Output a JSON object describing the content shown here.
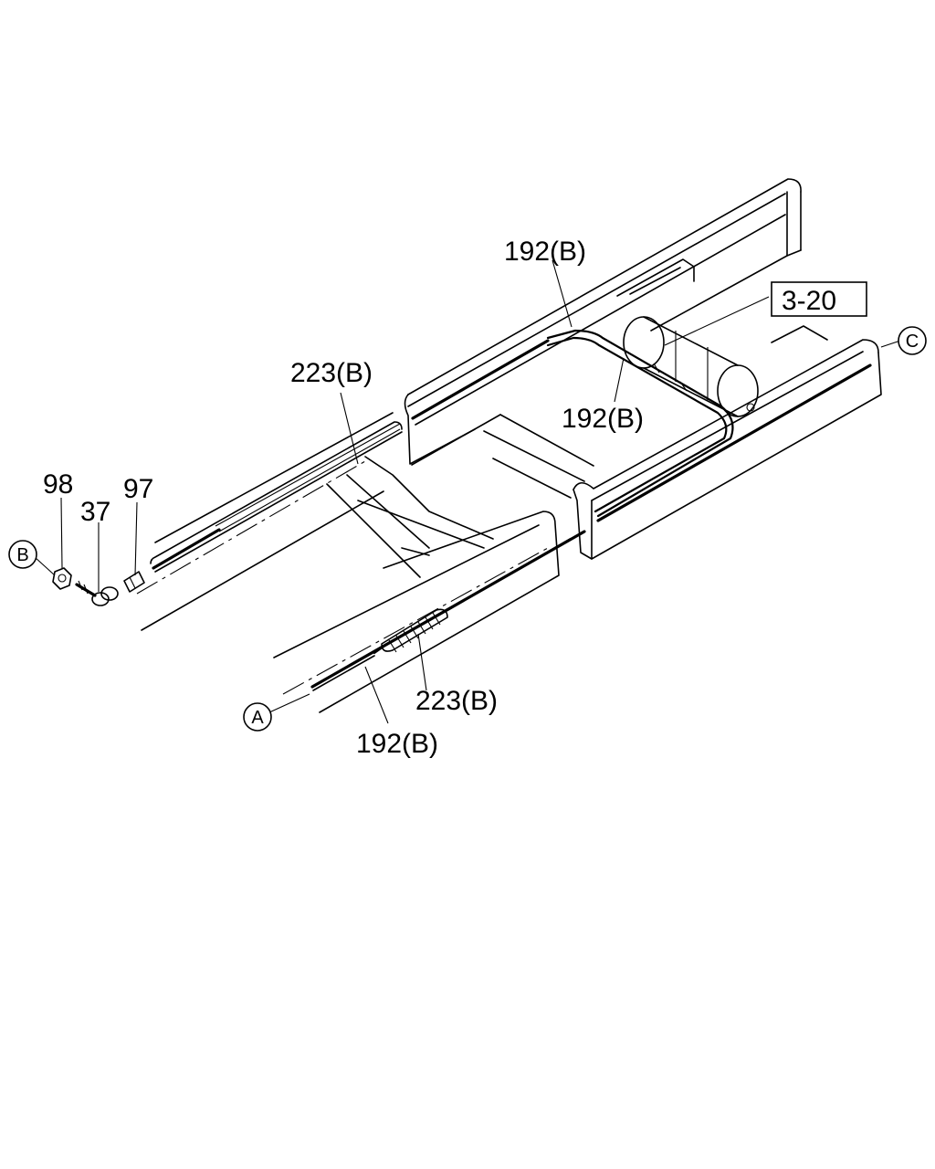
{
  "callouts": {
    "pipe_top": "192(B)",
    "pipe_middle": "192(B)",
    "pipe_bottom": "192(B)",
    "hose_top": "223(B)",
    "hose_bottom": "223(B)",
    "part_98": "98",
    "part_37": "37",
    "part_97": "97",
    "ref_box": "3-20"
  },
  "connectors": {
    "a": "A",
    "b": "B",
    "c": "C"
  }
}
